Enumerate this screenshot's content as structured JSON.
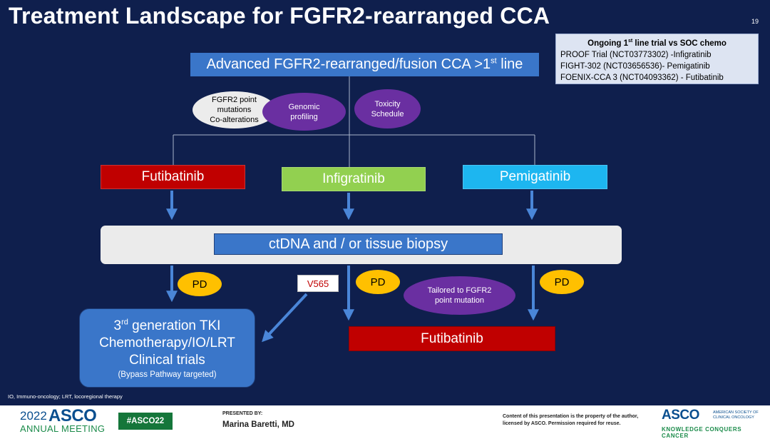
{
  "title": "Treatment Landscape for FGFR2-rearranged CCA",
  "page_number": "19",
  "ongoing": {
    "heading_pre": "Ongoing 1",
    "heading_sup": "st",
    "heading_post": " line trial vs SOC chemo",
    "lines": [
      "PROOF Trial (NCT03773302) -Infigratinib",
      "FIGHT-302 (NCT03656536)- Pemigatinib",
      "FOENIX-CCA 3 (NCT04093362) - Futibatinib"
    ]
  },
  "top_box": {
    "pre": "Advanced FGFR2-rearranged/fusion CCA >1",
    "sup": "st",
    "post": " line"
  },
  "considerations": {
    "grey": [
      "FGFR2 point",
      "mutations",
      "Co-alterations"
    ],
    "genomic": [
      "Genomic",
      "profiling"
    ],
    "toxicity": [
      "Toxicity",
      "Schedule"
    ]
  },
  "drugs": {
    "futibatinib": "Futibatinib",
    "infigratinib": "Infigratinib",
    "pemigatinib": "Pemigatinib"
  },
  "biopsy": "ctDNA and / or tissue biopsy",
  "pd_label": "PD",
  "v565": "V565",
  "tailored": [
    "Tailored to FGFR2",
    "point mutation"
  ],
  "tki_box": {
    "line1_pre": "3",
    "line1_sup": "rd",
    "line1_post": " generation TKI",
    "line2": "Chemotherapy/IO/LRT",
    "line3": "Clinical trials",
    "line4": "(Bypass Pathway targeted)"
  },
  "futibatinib_bottom": "Futibatinib",
  "footnote": "IO, Immuno-oncology;  LRT, locoregional therapy",
  "footer": {
    "year": "2022",
    "asco": "ASCO",
    "annual": "ANNUAL MEETING",
    "hashtag": "#ASCO22",
    "presented_by": "PRESENTED BY:",
    "presenter": "Marina Baretti, MD",
    "rights": "Content of this presentation is the property of the author, licensed by ASCO. Permission required for reuse.",
    "logo": "ASCO",
    "society": "AMERICAN SOCIETY OF CLINICAL ONCOLOGY",
    "tagline": "KNOWLEDGE CONQUERS CANCER"
  },
  "colors": {
    "background": "#0f1f4d",
    "box_blue": "#3a76c9",
    "futibatinib_red": "#c00000",
    "infigratinib_green": "#92d050",
    "pemigatinib_cyan": "#1db6f0",
    "pd_yellow": "#ffc000",
    "purple": "#6a2fa1",
    "arrow_blue": "#4a86d8"
  }
}
